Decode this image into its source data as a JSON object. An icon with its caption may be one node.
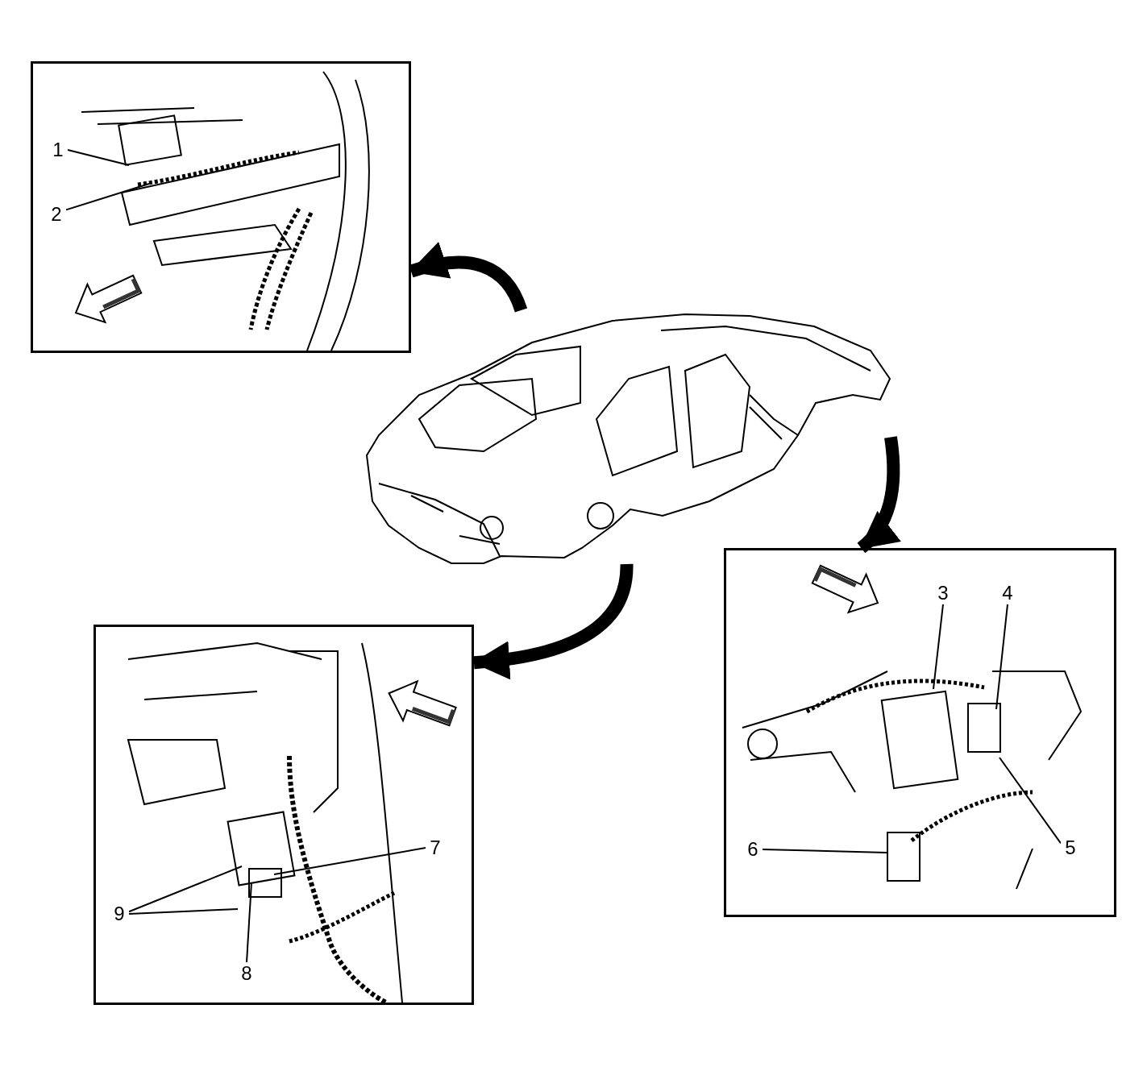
{
  "diagram": {
    "nodes": [
      {
        "text": [],
        "shape": "picture"
      },
      {
        "text": [],
        "shape": "box"
      },
      {
        "text": [
          "1"
        ],
        "in": 1
      },
      {
        "text": [
          "2"
        ],
        "in": 1
      },
      {
        "text": [],
        "shape": "box"
      },
      {
        "text": [
          "3"
        ],
        "in": 4
      },
      {
        "text": [
          "4"
        ],
        "in": 4
      },
      {
        "text": [
          "5"
        ],
        "in": 4
      },
      {
        "text": [
          "6"
        ],
        "in": 4
      },
      {
        "text": [],
        "shape": "box"
      },
      {
        "text": [
          "7"
        ],
        "in": 9
      },
      {
        "text": [
          "8"
        ],
        "in": 9
      },
      {
        "text": [
          "9"
        ],
        "in": 9
      }
    ],
    "edges": [
      {
        "from": 0,
        "to": 1,
        "arrow": "to",
        "style": "thick"
      },
      {
        "from": 0,
        "to": 4,
        "arrow": "to",
        "style": "thick"
      },
      {
        "from": 0,
        "to": 9,
        "arrow": "to",
        "style": "thick"
      },
      {
        "from": 2,
        "to": null,
        "arrow": "none"
      },
      {
        "from": 3,
        "to": null,
        "arrow": "none"
      },
      {
        "from": 5,
        "to": null,
        "arrow": "none"
      },
      {
        "from": 6,
        "to": null,
        "arrow": "none"
      },
      {
        "from": 7,
        "to": null,
        "arrow": "none"
      },
      {
        "from": 8,
        "to": null,
        "arrow": "none"
      },
      {
        "from": 10,
        "to": null,
        "arrow": "none"
      },
      {
        "from": 11,
        "to": null,
        "arrow": "none"
      },
      {
        "from": 12,
        "to": null,
        "arrow": "none"
      },
      {
        "from": 12,
        "to": null,
        "arrow": "none"
      }
    ]
  }
}
